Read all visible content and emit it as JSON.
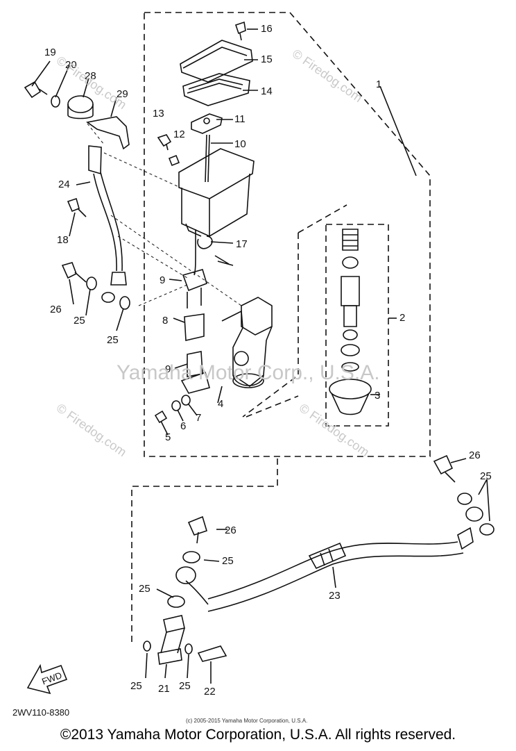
{
  "watermarks": {
    "site": "© Firedog.com",
    "center": "Yamaha Motor Corp., U.S.A."
  },
  "parts": {
    "p1": "1",
    "p2": "2",
    "p3": "3",
    "p4": "4",
    "p5": "5",
    "p6": "6",
    "p7": "7",
    "p8": "8",
    "p9a": "9",
    "p9b": "9",
    "p10": "10",
    "p11": "11",
    "p12": "12",
    "p13": "13",
    "p14": "14",
    "p15": "15",
    "p16": "16",
    "p17": "17",
    "p18": "18",
    "p19": "19",
    "p20": "20",
    "p21": "21",
    "p22": "22",
    "p23": "23",
    "p24": "24",
    "p25a": "25",
    "p25b": "25",
    "p25c": "25",
    "p25d": "25",
    "p25e": "25",
    "p25f": "25",
    "p25g": "25",
    "p26a": "26",
    "p26b": "26",
    "p26c": "26",
    "p28": "28",
    "p29": "29"
  },
  "fwd_label": "FWD",
  "diagram_code": "2WV110-8380",
  "small_copyright": "(c) 2005-2015 Yamaha Motor Corporation, U.S.A.",
  "footer_copyright": "©2013 Yamaha Motor Corporation, U.S.A. All rights reserved."
}
